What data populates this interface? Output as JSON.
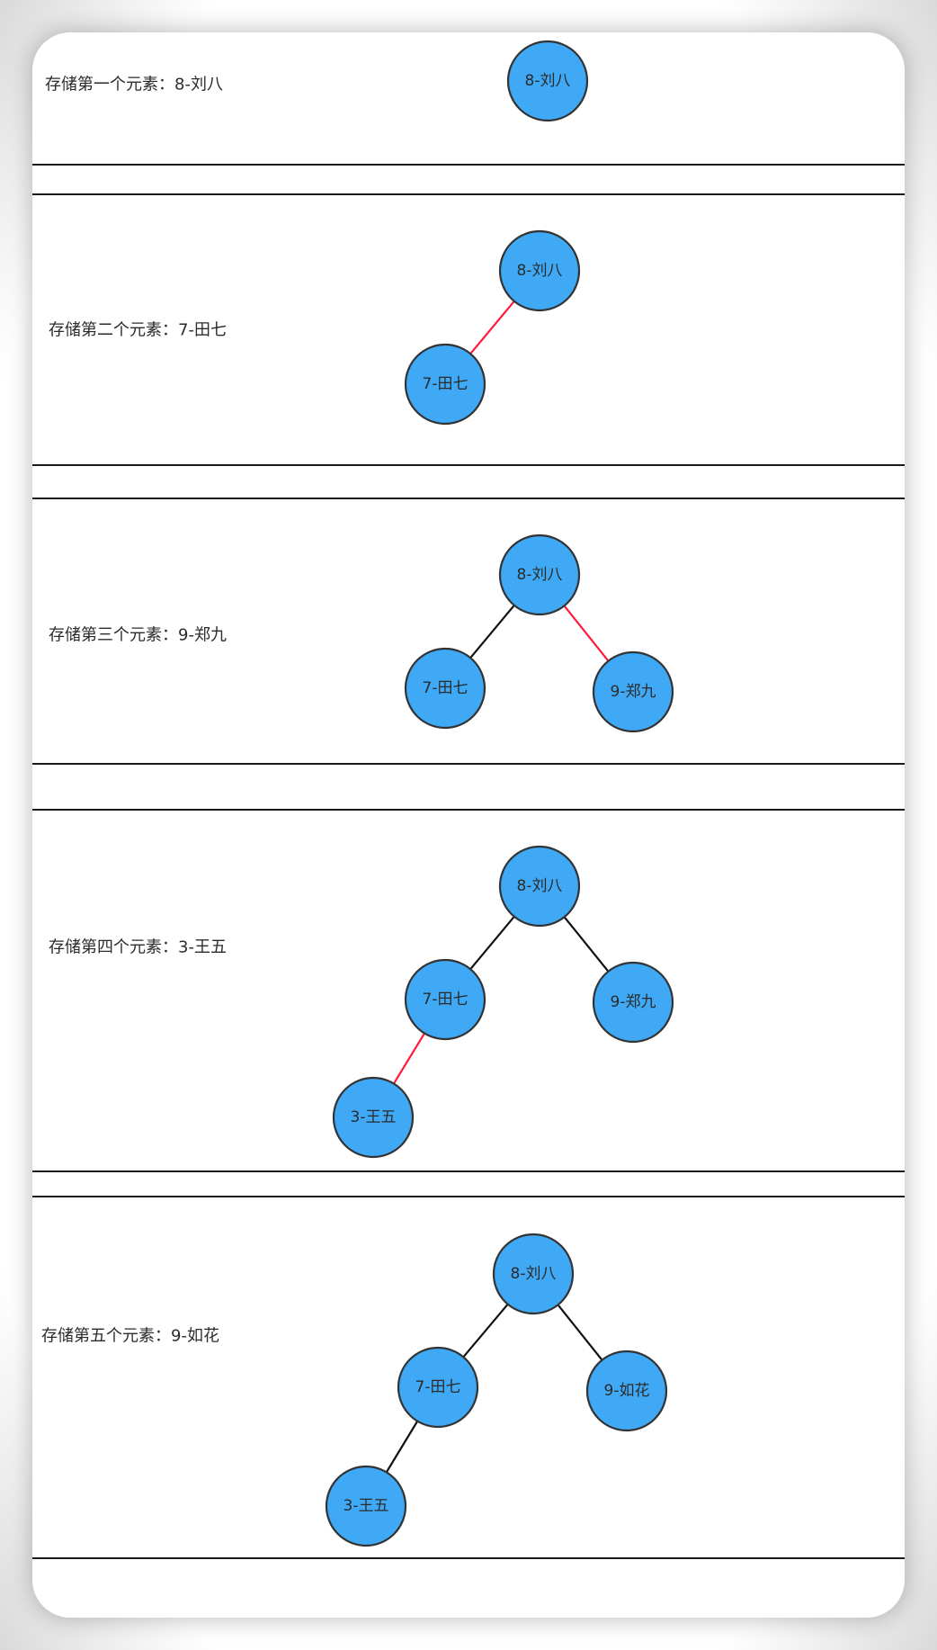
{
  "colors": {
    "node_fill": "#3fa9f5",
    "node_stroke": "#333333",
    "edge_default": "#111111",
    "edge_highlight": "#ff1a3c",
    "text_default": "#2b2b2b",
    "text_highlight": "#ff1a3c"
  },
  "steps": [
    {
      "label": "存储第一个元素：8-刘八",
      "nodes": [
        {
          "id": "n8",
          "text": "8-刘八",
          "highlight": false
        }
      ],
      "edges": []
    },
    {
      "label": "存储第二个元素：7-田七",
      "nodes": [
        {
          "id": "n8",
          "text": "8-刘八",
          "highlight": false
        },
        {
          "id": "n7",
          "text": "7-田七",
          "highlight": false
        }
      ],
      "edges": [
        {
          "from": "n8",
          "to": "n7",
          "highlight": true
        }
      ]
    },
    {
      "label": "存储第三个元素：9-郑九",
      "nodes": [
        {
          "id": "n8",
          "text": "8-刘八",
          "highlight": false
        },
        {
          "id": "n7",
          "text": "7-田七",
          "highlight": false
        },
        {
          "id": "n9",
          "text": "9-郑九",
          "highlight": false
        }
      ],
      "edges": [
        {
          "from": "n8",
          "to": "n7",
          "highlight": false
        },
        {
          "from": "n8",
          "to": "n9",
          "highlight": true
        }
      ]
    },
    {
      "label": "存储第四个元素：3-王五",
      "nodes": [
        {
          "id": "n8",
          "text": "8-刘八",
          "highlight": false
        },
        {
          "id": "n7",
          "text": "7-田七",
          "highlight": false
        },
        {
          "id": "n9",
          "text": "9-郑九",
          "highlight": false
        },
        {
          "id": "n3",
          "text": "3-王五",
          "highlight": false
        }
      ],
      "edges": [
        {
          "from": "n8",
          "to": "n7",
          "highlight": false
        },
        {
          "from": "n8",
          "to": "n9",
          "highlight": false
        },
        {
          "from": "n7",
          "to": "n3",
          "highlight": true
        }
      ]
    },
    {
      "label": "存储第五个元素：9-如花",
      "nodes": [
        {
          "id": "n8",
          "text": "8-刘八",
          "highlight": false
        },
        {
          "id": "n7",
          "text": "7-田七",
          "highlight": false
        },
        {
          "id": "n9",
          "text": "9-如花",
          "highlight": true
        },
        {
          "id": "n3",
          "text": "3-王五",
          "highlight": false
        }
      ],
      "edges": [
        {
          "from": "n8",
          "to": "n7",
          "highlight": false
        },
        {
          "from": "n8",
          "to": "n9",
          "highlight": false
        },
        {
          "from": "n7",
          "to": "n3",
          "highlight": false
        }
      ]
    }
  ]
}
